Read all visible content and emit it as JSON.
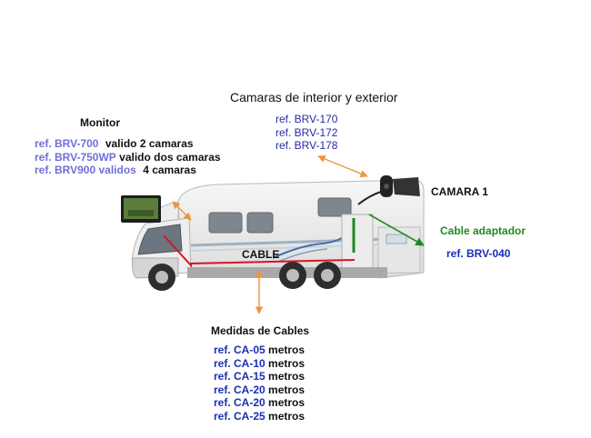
{
  "camaras": {
    "title": "Camaras de interior y exterior",
    "refs": [
      "ref. BRV-170",
      "ref. BRV-172",
      "ref. BRV-178"
    ]
  },
  "monitor": {
    "title": "Monitor",
    "rows": [
      {
        "ref": "ref. BRV-700",
        "desc": "valido 2 camaras"
      },
      {
        "ref": "ref. BRV-750WP",
        "desc": "valido dos camaras"
      },
      {
        "ref": "ref. BRV900 validos",
        "desc": "4 camaras"
      }
    ]
  },
  "camara1": {
    "label": "CAMARA 1"
  },
  "cable_adaptador": {
    "title": "Cable adaptador",
    "ref": "ref. BRV-040"
  },
  "cable": {
    "label": "CABLE"
  },
  "medidas": {
    "title": "Medidas de Cables",
    "rows": [
      {
        "ref": "ref. CA-05",
        "unit": "metros"
      },
      {
        "ref": "ref. CA-10",
        "unit": "metros"
      },
      {
        "ref": "ref. CA-15",
        "unit": "metros"
      },
      {
        "ref": "ref. CA-20",
        "unit": "metros"
      },
      {
        "ref": "ref. CA-20",
        "unit": "metros"
      },
      {
        "ref": "ref. CA-25",
        "unit": "metros"
      }
    ]
  },
  "colors": {
    "arrow_orange": "#f0953a",
    "cable_red": "#d8141e",
    "adapter_green": "#1f8a1f"
  }
}
